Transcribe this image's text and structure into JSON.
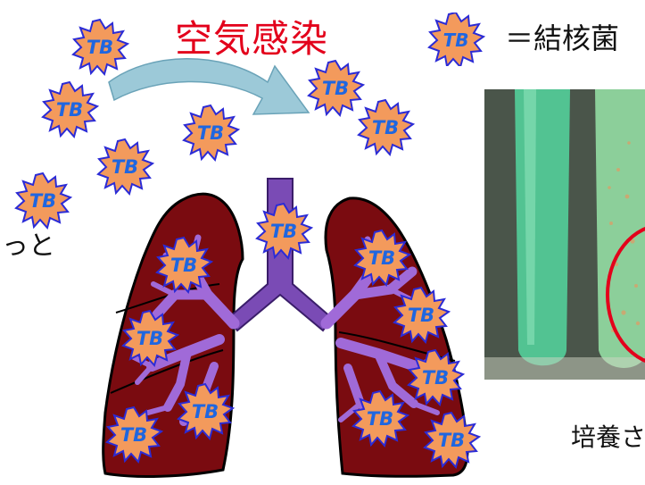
{
  "title": "空気感染",
  "legend": {
    "badge_text": "TB",
    "text": "＝結核菌"
  },
  "left_fragment": "っと",
  "caption": "培養さ",
  "badge_label": "TB",
  "colors": {
    "title": "#e3001b",
    "badge_fill": "#f39a5c",
    "badge_stroke": "#2b2bd6",
    "badge_text": "#1f66e0",
    "lung_fill": "#7a0b10",
    "airway": "#9a64d2",
    "trachea": "#7a4bb5",
    "arrow": "#9cc9d8",
    "photo_bg": "#3f4a40",
    "tube_left": "#52c392",
    "tube_right": "#8ccf9a",
    "circle": "#e3001b"
  },
  "icon_names": [
    "tb-bacillus-icon",
    "airborne-arrow-icon",
    "lungs-icon"
  ]
}
